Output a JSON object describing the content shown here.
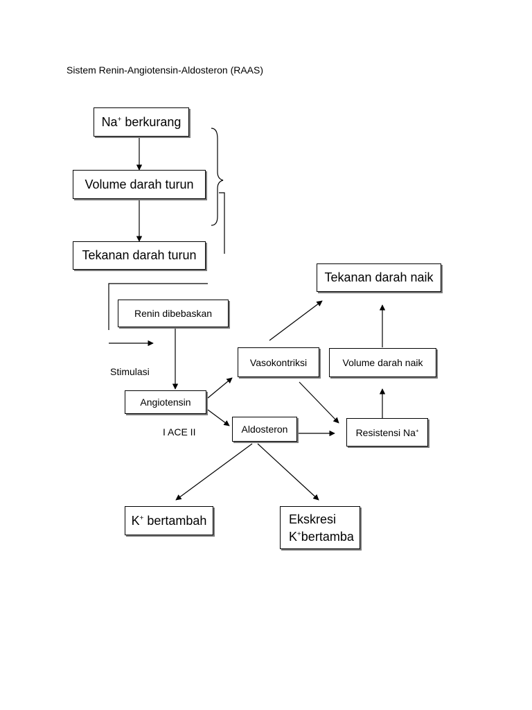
{
  "title": "Sistem Renin-Angiotensin-Aldosteron (RAAS)",
  "nodes": {
    "na_berkurang": {
      "prefix": "Na",
      "sup": "+",
      "suffix": " berkurang"
    },
    "volume_turun": {
      "text": "Volume darah turun"
    },
    "tekanan_turun": {
      "text": "Tekanan darah turun"
    },
    "renin": {
      "text": "Renin dibebaskan"
    },
    "angiotensin": {
      "text": "Angiotensin"
    },
    "vasokontriksi": {
      "text": "Vasokontriksi"
    },
    "aldosteron": {
      "text": "Aldosteron"
    },
    "volume_naik": {
      "text": "Volume darah naik"
    },
    "tekanan_naik": {
      "text": "Tekanan darah naik"
    },
    "resistensi": {
      "prefix": "Resistensi Na",
      "sup": "+"
    },
    "k_bertambah": {
      "prefix": "K",
      "sup": "+",
      "suffix": " bertambah"
    },
    "ekskresi": {
      "line1": "Ekskresi",
      "prefix": "K",
      "sup": "+",
      "suffix": "bertamba"
    }
  },
  "labels": {
    "stimulasi": "Stimulasi",
    "ace": "I ACE II"
  },
  "colors": {
    "line": "#000000",
    "shadow": "#7a7a7a"
  }
}
